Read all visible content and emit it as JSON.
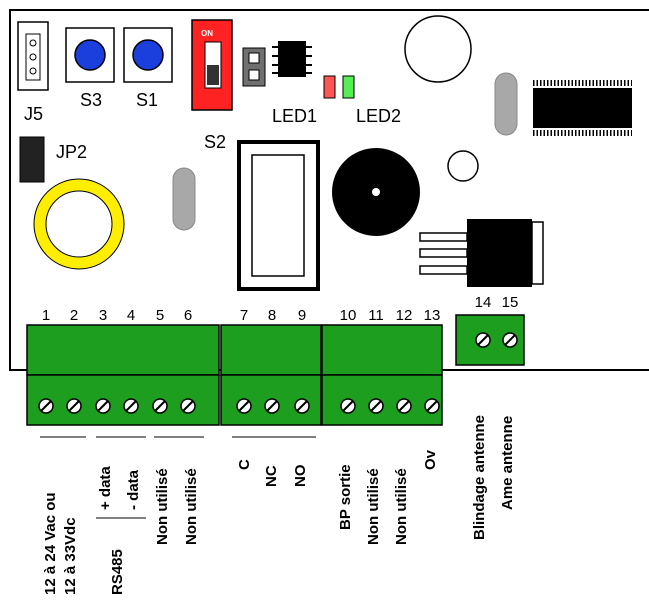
{
  "components": {
    "j5": "J5",
    "s3": "S3",
    "s1": "S1",
    "s2": "S2",
    "dip_on": "ON",
    "led1": "LED1",
    "led2": "LED2",
    "jp2": "JP2"
  },
  "colors": {
    "terminal_green": "#1e9e1e",
    "button_blue": "#1a3fdc",
    "dip_red": "#ff2222",
    "led1_red": "#ff5555",
    "led2_green": "#55ee55",
    "ring_yellow": "#ffee00",
    "standoff_grey": "#a8a8a8"
  },
  "terminal_numbers": [
    "1",
    "2",
    "3",
    "4",
    "5",
    "6",
    "7",
    "8",
    "9",
    "10",
    "11",
    "12",
    "13",
    "14",
    "15"
  ],
  "wire_labels": {
    "t12_line1": "12 à 24 Vac ou",
    "t12_line2": "12 à 33Vdc",
    "rs485": "RS485",
    "plus_data": "+ data",
    "minus_data": "- data",
    "t5": "Non utilisé",
    "t6": "Non utilisé",
    "t7": "C",
    "t8": "NC",
    "t9": "NO",
    "t10": "BP sortie",
    "t11": "Non utilisé",
    "t12": "Non utilisé",
    "t13": "Ov",
    "t14": "Blindage antenne",
    "t15": "Ame antenne"
  }
}
